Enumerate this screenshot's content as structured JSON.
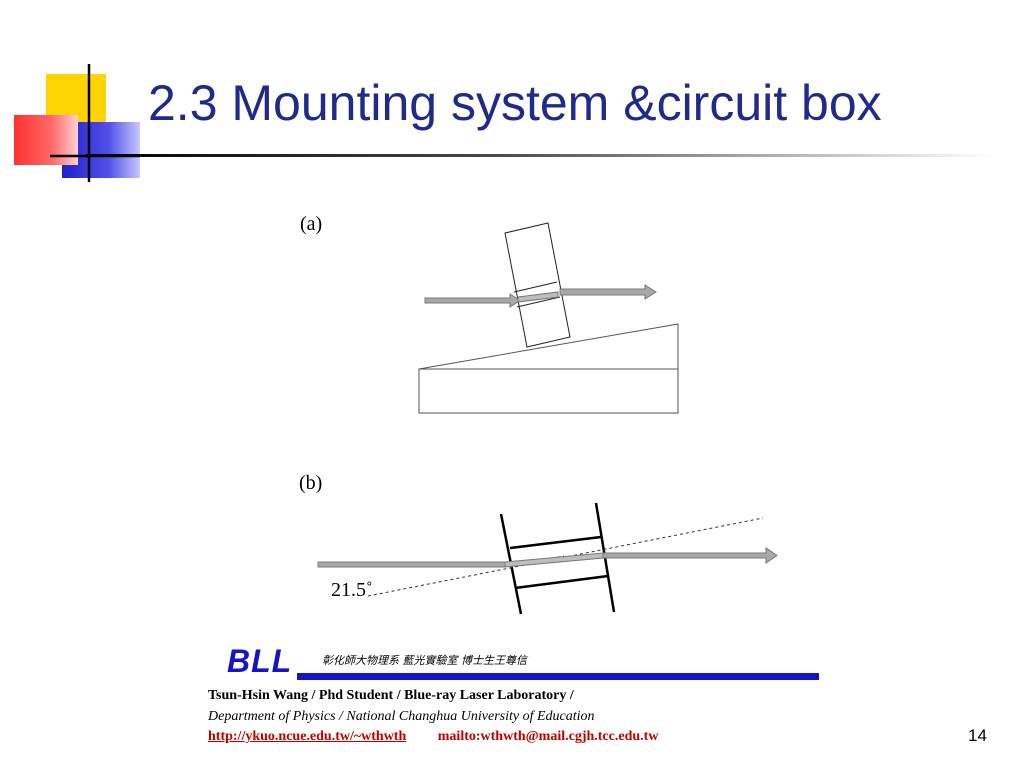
{
  "slide": {
    "title": "2.3 Mounting system &circuit box",
    "page_number": "14"
  },
  "diagram": {
    "label_a": "(a)",
    "label_b": "(b)",
    "angle_label": "21.5˚"
  },
  "footer": {
    "logo": "BLL",
    "lab_chinese": "彰化師大物理系 藍光實驗室   博士生王尊信",
    "author": "Tsun-Hsin Wang / Phd Student / Blue-ray Laser Laboratory /",
    "department": "Department of Physics / National Changhua University of Education",
    "url": "http://ykuo.ncue.edu.tw/~wthwth",
    "mail": "mailto:wthwth@mail.cgjh.tcc.edu.tw"
  },
  "colors": {
    "title": "#1f2a8c",
    "logo": "#1515c8",
    "link": "#c00000",
    "beam": "#a6a6a6"
  }
}
